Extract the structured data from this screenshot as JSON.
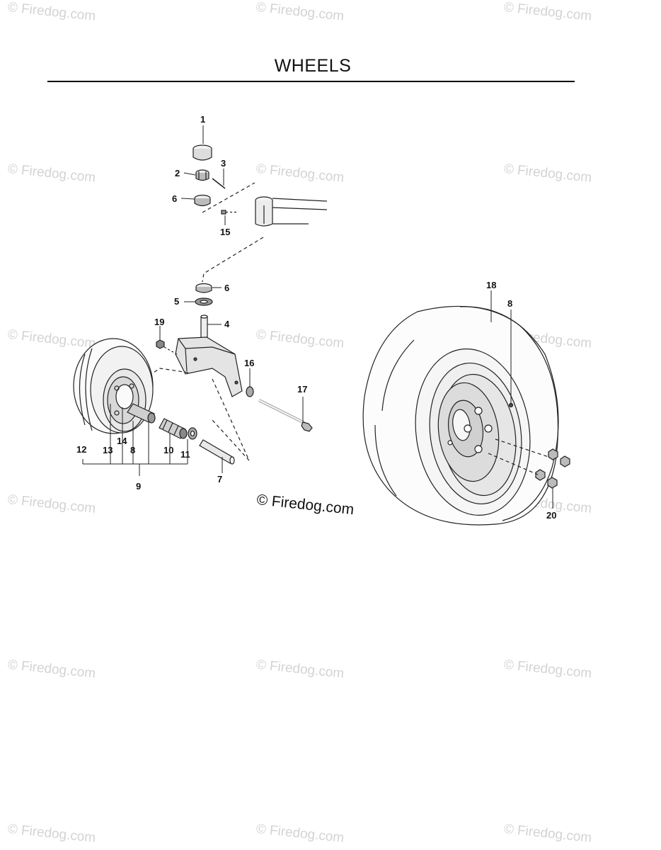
{
  "title": "WHEELS",
  "watermark_text": "© Firedog.com",
  "credit_text": "© Firedog.com",
  "callouts": [
    "1",
    "2",
    "3",
    "6",
    "15",
    "6",
    "5",
    "4",
    "19",
    "16",
    "17",
    "12",
    "13",
    "14",
    "8",
    "10",
    "11",
    "7",
    "9",
    "18",
    "8",
    "20"
  ]
}
